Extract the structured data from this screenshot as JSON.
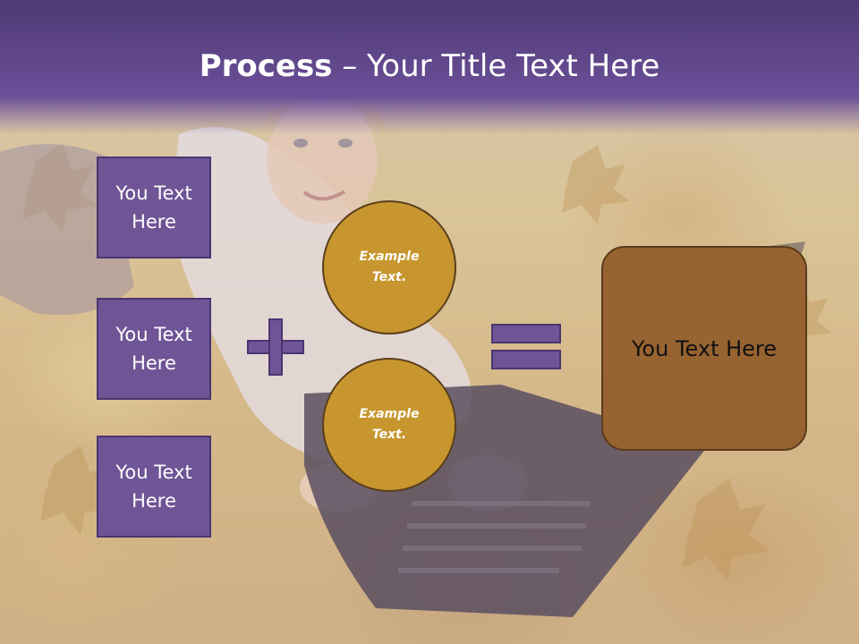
{
  "slide": {
    "title_bold": "Process",
    "title_rest": " – Your Title Text Here"
  },
  "left_boxes": [
    {
      "label": "You Text\nHere"
    },
    {
      "label": "You Text\nHere"
    },
    {
      "label": "You Text\nHere"
    }
  ],
  "circles": [
    {
      "label": "Example\nText."
    },
    {
      "label": "Example\nText."
    }
  ],
  "result": {
    "label": "You Text Here"
  },
  "colors": {
    "title_band": "#6b4f98",
    "box_fill": "#6f5496",
    "circle_fill": "#c8962e",
    "result_fill": "#976330"
  },
  "icons": {
    "plus": "plus-icon",
    "equals": "equals-icon"
  }
}
